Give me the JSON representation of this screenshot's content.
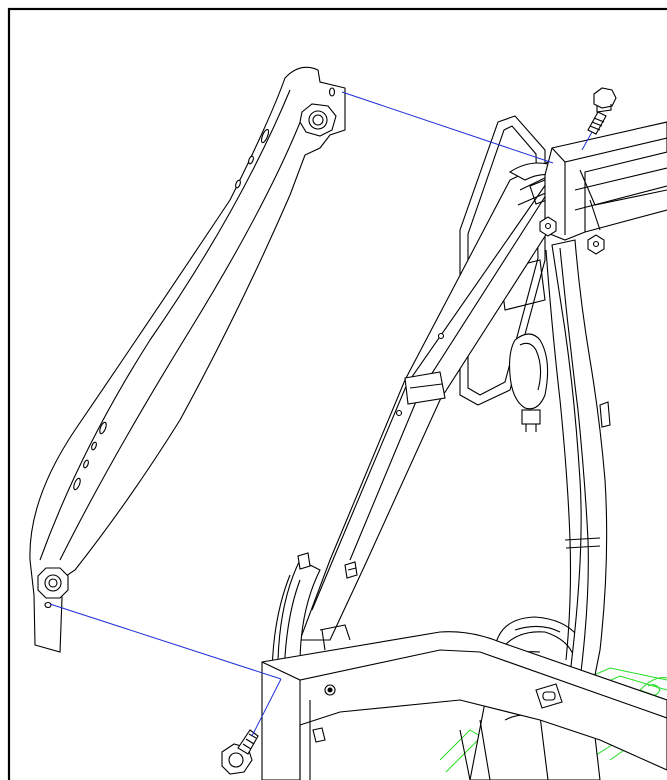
{
  "diagram": {
    "kind": "exploded-assembly-drawing",
    "colors": {
      "line": "#000000",
      "background": "#ffffff",
      "alignment_line": "#1f2fd6",
      "highlight_part": "#22dd22"
    },
    "parts": [
      {
        "id": "side-bracket",
        "label": ""
      },
      {
        "id": "upper-nut",
        "label": ""
      },
      {
        "id": "lower-nut",
        "label": ""
      },
      {
        "id": "upper-bolt",
        "label": ""
      },
      {
        "id": "lower-bolt",
        "label": ""
      },
      {
        "id": "handlebar-post",
        "label": ""
      },
      {
        "id": "rear-upright",
        "label": ""
      },
      {
        "id": "console-plate",
        "label": ""
      },
      {
        "id": "top-crossbar",
        "label": ""
      },
      {
        "id": "lower-crossbar",
        "label": ""
      },
      {
        "id": "roller-wheel",
        "label": ""
      },
      {
        "id": "green-linkage",
        "label": ""
      }
    ]
  }
}
